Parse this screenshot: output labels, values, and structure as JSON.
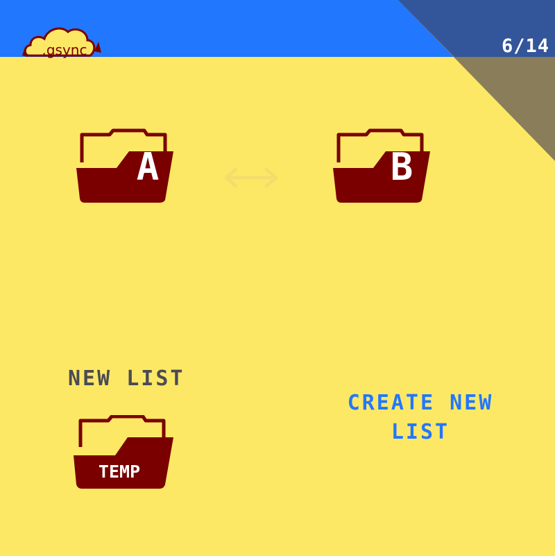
{
  "header": {
    "logo_text": ".gsync",
    "page_counter": "6/14"
  },
  "folders": {
    "a": {
      "label": "A"
    },
    "b": {
      "label": "B"
    },
    "temp": {
      "label": "TEMP"
    }
  },
  "new_list": {
    "label": "NEW LIST",
    "create_button_label": "CREATE NEW LIST"
  },
  "colors": {
    "background": "#fde865",
    "header": "#2277ff",
    "corner_dark": "#33559a",
    "corner_olive": "#8a7e5a",
    "folder": "#7a0000",
    "label_gray": "#4b4b55",
    "link_blue": "#2277ff"
  }
}
